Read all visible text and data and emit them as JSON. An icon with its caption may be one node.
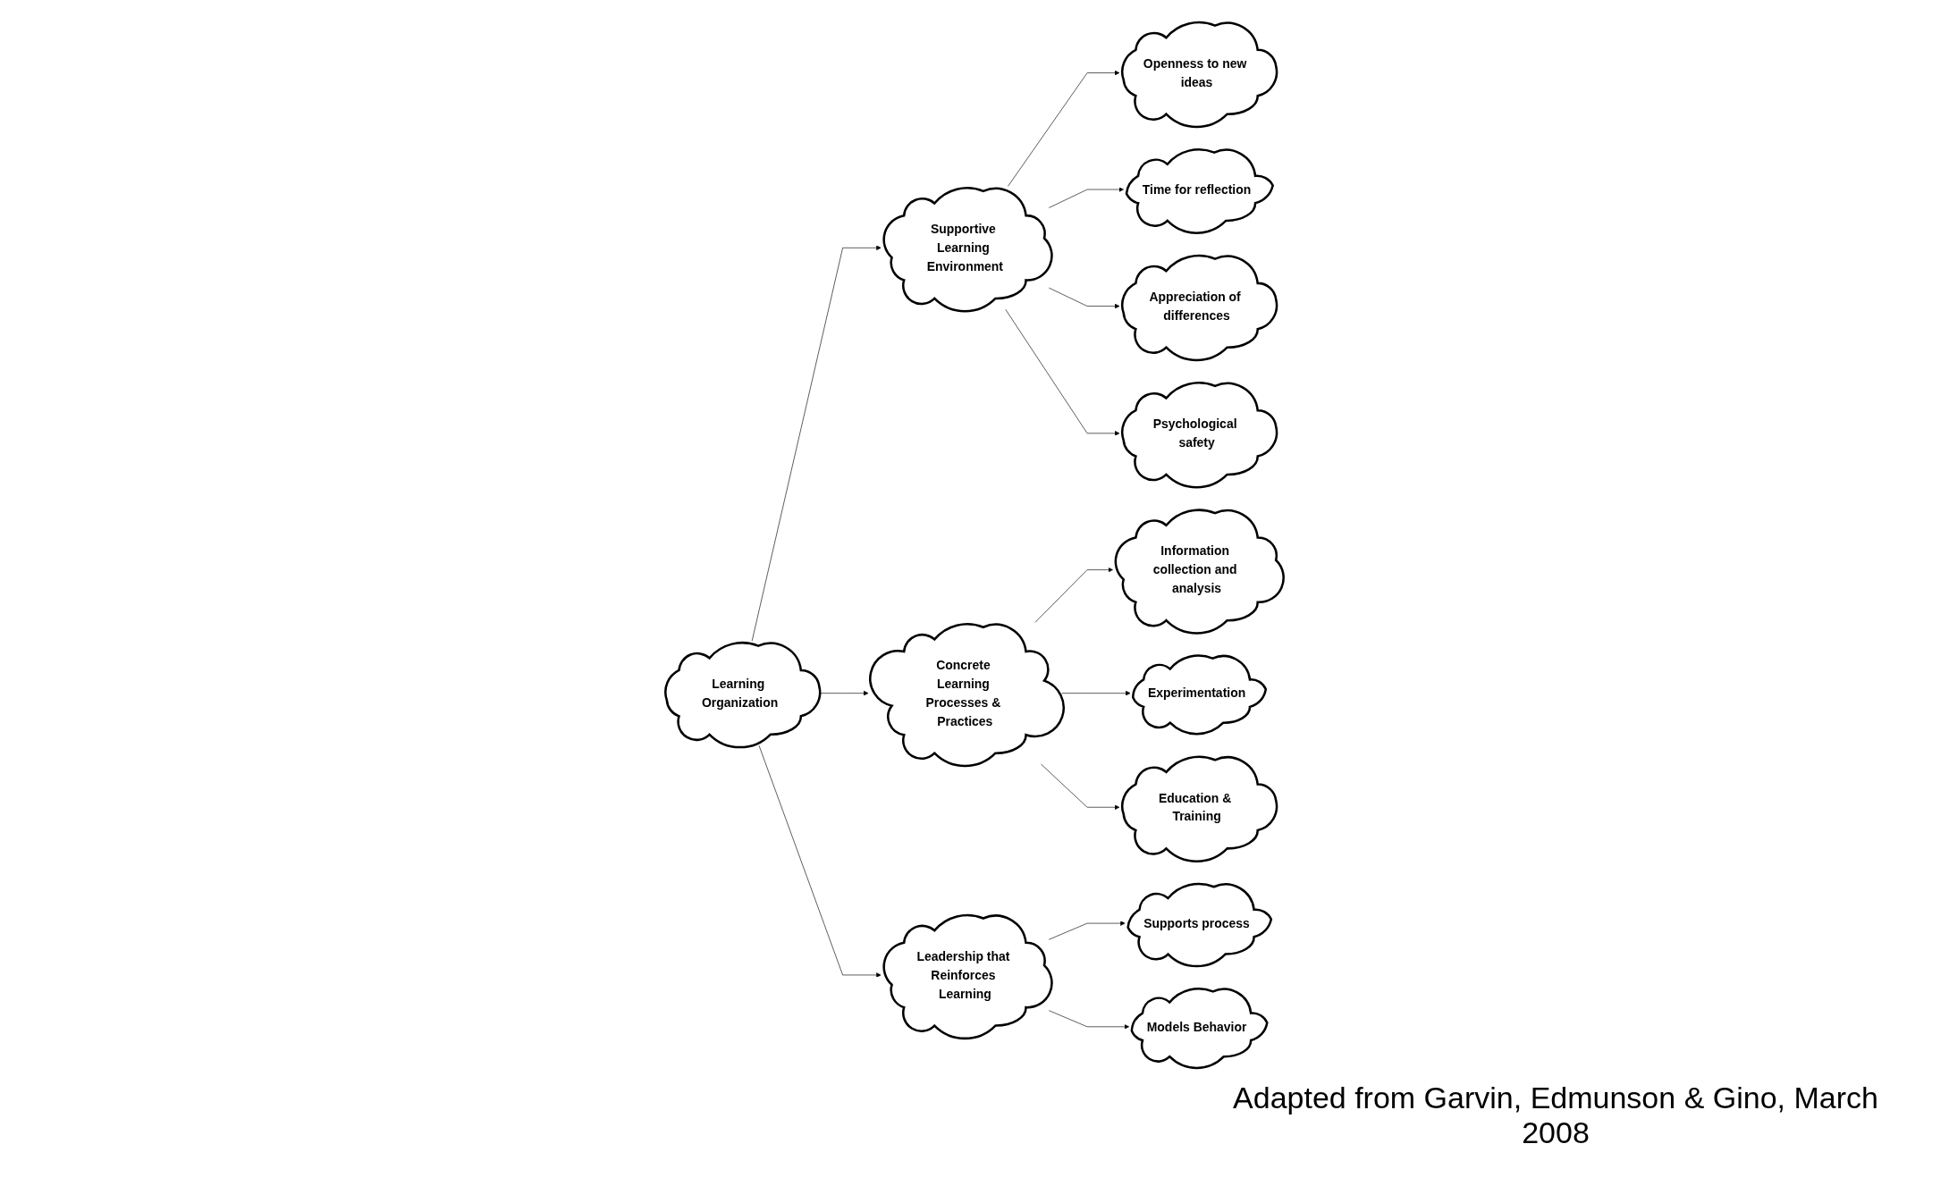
{
  "diagram": {
    "caption": "Adapted from Garvin, Edmunson & Gino, March 2008",
    "nodes": [
      {
        "text": [
          "Learning Organization"
        ]
      },
      {
        "text": [
          "Supportive Learning Environment"
        ]
      },
      {
        "text": [
          "Openness to new ideas"
        ]
      },
      {
        "text": [
          "Time for reflection"
        ]
      },
      {
        "text": [
          "Appreciation of differences"
        ]
      },
      {
        "text": [
          "Psychological safety"
        ]
      },
      {
        "text": [
          "Concrete Learning Processes & Practices"
        ]
      },
      {
        "text": [
          "Information collection and analysis"
        ]
      },
      {
        "text": [
          "Experimentation"
        ]
      },
      {
        "text": [
          "Education & Training"
        ]
      },
      {
        "text": [
          "Leadership that Reinforces Learning"
        ]
      },
      {
        "text": [
          "Supports process"
        ]
      },
      {
        "text": [
          "Models Behavior"
        ]
      }
    ],
    "edges": [
      {
        "from": 0,
        "to": 1,
        "arrow": "to"
      },
      {
        "from": 0,
        "to": 6,
        "arrow": "to"
      },
      {
        "from": 0,
        "to": 10,
        "arrow": "to"
      },
      {
        "from": 1,
        "to": 2,
        "arrow": "to"
      },
      {
        "from": 1,
        "to": 3,
        "arrow": "to"
      },
      {
        "from": 1,
        "to": 4,
        "arrow": "to"
      },
      {
        "from": 1,
        "to": 5,
        "arrow": "to"
      },
      {
        "from": 6,
        "to": 7,
        "arrow": "to"
      },
      {
        "from": 6,
        "to": 8,
        "arrow": "to"
      },
      {
        "from": 6,
        "to": 9,
        "arrow": "to"
      },
      {
        "from": 10,
        "to": 11,
        "arrow": "to"
      },
      {
        "from": 10,
        "to": 12,
        "arrow": "to"
      }
    ]
  }
}
